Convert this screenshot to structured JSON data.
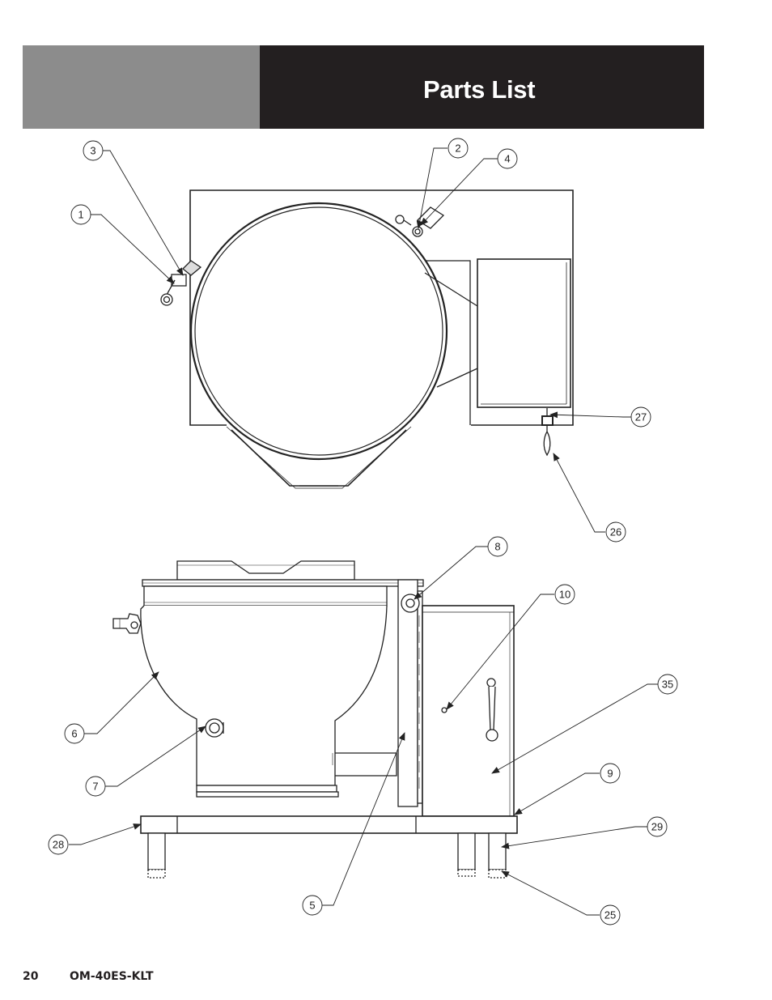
{
  "header": {
    "title": "Parts List"
  },
  "footer": {
    "page_number": "20",
    "document_code": "OM-40ES-KLT"
  },
  "callouts": {
    "c1": "1",
    "c2": "2",
    "c3": "3",
    "c4": "4",
    "c5": "5",
    "c6": "6",
    "c7": "7",
    "c8": "8",
    "c9": "9",
    "c10": "10",
    "c25": "25",
    "c26": "26",
    "c27": "27",
    "c28": "28",
    "c29": "29",
    "c35": "35"
  },
  "colors": {
    "header_gray": "#8c8c8c",
    "header_dark": "#231f20",
    "line": "#222222"
  }
}
